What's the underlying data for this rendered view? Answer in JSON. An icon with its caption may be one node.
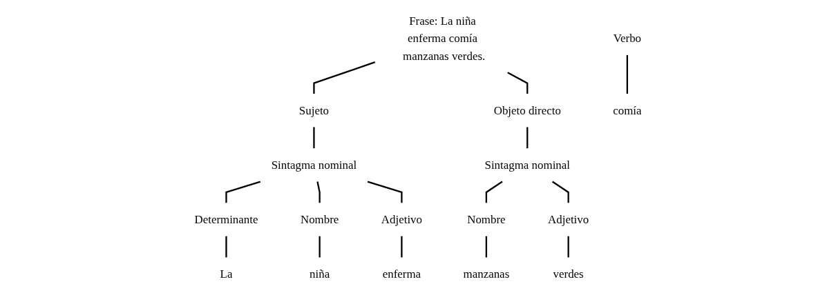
{
  "diagram": {
    "nodes": [
      {
        "text": [
          "Frase: La niña enferma comía manzanas verdes."
        ]
      },
      {
        "text": [
          "Sujeto"
        ]
      },
      {
        "text": [
          "Verbo"
        ]
      },
      {
        "text": [
          "Objeto directo"
        ]
      },
      {
        "text": [
          "Sintagma nominal"
        ]
      },
      {
        "text": [
          "Sintagma nominal"
        ]
      },
      {
        "text": [
          "Determinante"
        ]
      },
      {
        "text": [
          "Nombre"
        ]
      },
      {
        "text": [
          "Adjetivo"
        ]
      },
      {
        "text": [
          "Nombre"
        ]
      },
      {
        "text": [
          "Adjetivo"
        ]
      },
      {
        "text": [
          "La"
        ]
      },
      {
        "text": [
          "niña"
        ]
      },
      {
        "text": [
          "enferma"
        ]
      },
      {
        "text": [
          "comía"
        ]
      },
      {
        "text": [
          "manzanas"
        ]
      },
      {
        "text": [
          "verdes"
        ]
      }
    ],
    "edges": [
      {
        "from": 0,
        "to": 1,
        "arrow": "none"
      },
      {
        "from": 0,
        "to": 3,
        "arrow": "none"
      },
      {
        "from": 2,
        "to": 14,
        "arrow": "none"
      },
      {
        "from": 1,
        "to": 4,
        "arrow": "none"
      },
      {
        "from": 3,
        "to": 5,
        "arrow": "none"
      },
      {
        "from": 4,
        "to": 6,
        "arrow": "none"
      },
      {
        "from": 4,
        "to": 7,
        "arrow": "none"
      },
      {
        "from": 4,
        "to": 8,
        "arrow": "none"
      },
      {
        "from": 5,
        "to": 9,
        "arrow": "none"
      },
      {
        "from": 5,
        "to": 10,
        "arrow": "none"
      },
      {
        "from": 6,
        "to": 11,
        "arrow": "none"
      },
      {
        "from": 7,
        "to": 12,
        "arrow": "none"
      },
      {
        "from": 8,
        "to": 13,
        "arrow": "none"
      },
      {
        "from": 9,
        "to": 15,
        "arrow": "none"
      },
      {
        "from": 10,
        "to": 16,
        "arrow": "none"
      }
    ]
  }
}
